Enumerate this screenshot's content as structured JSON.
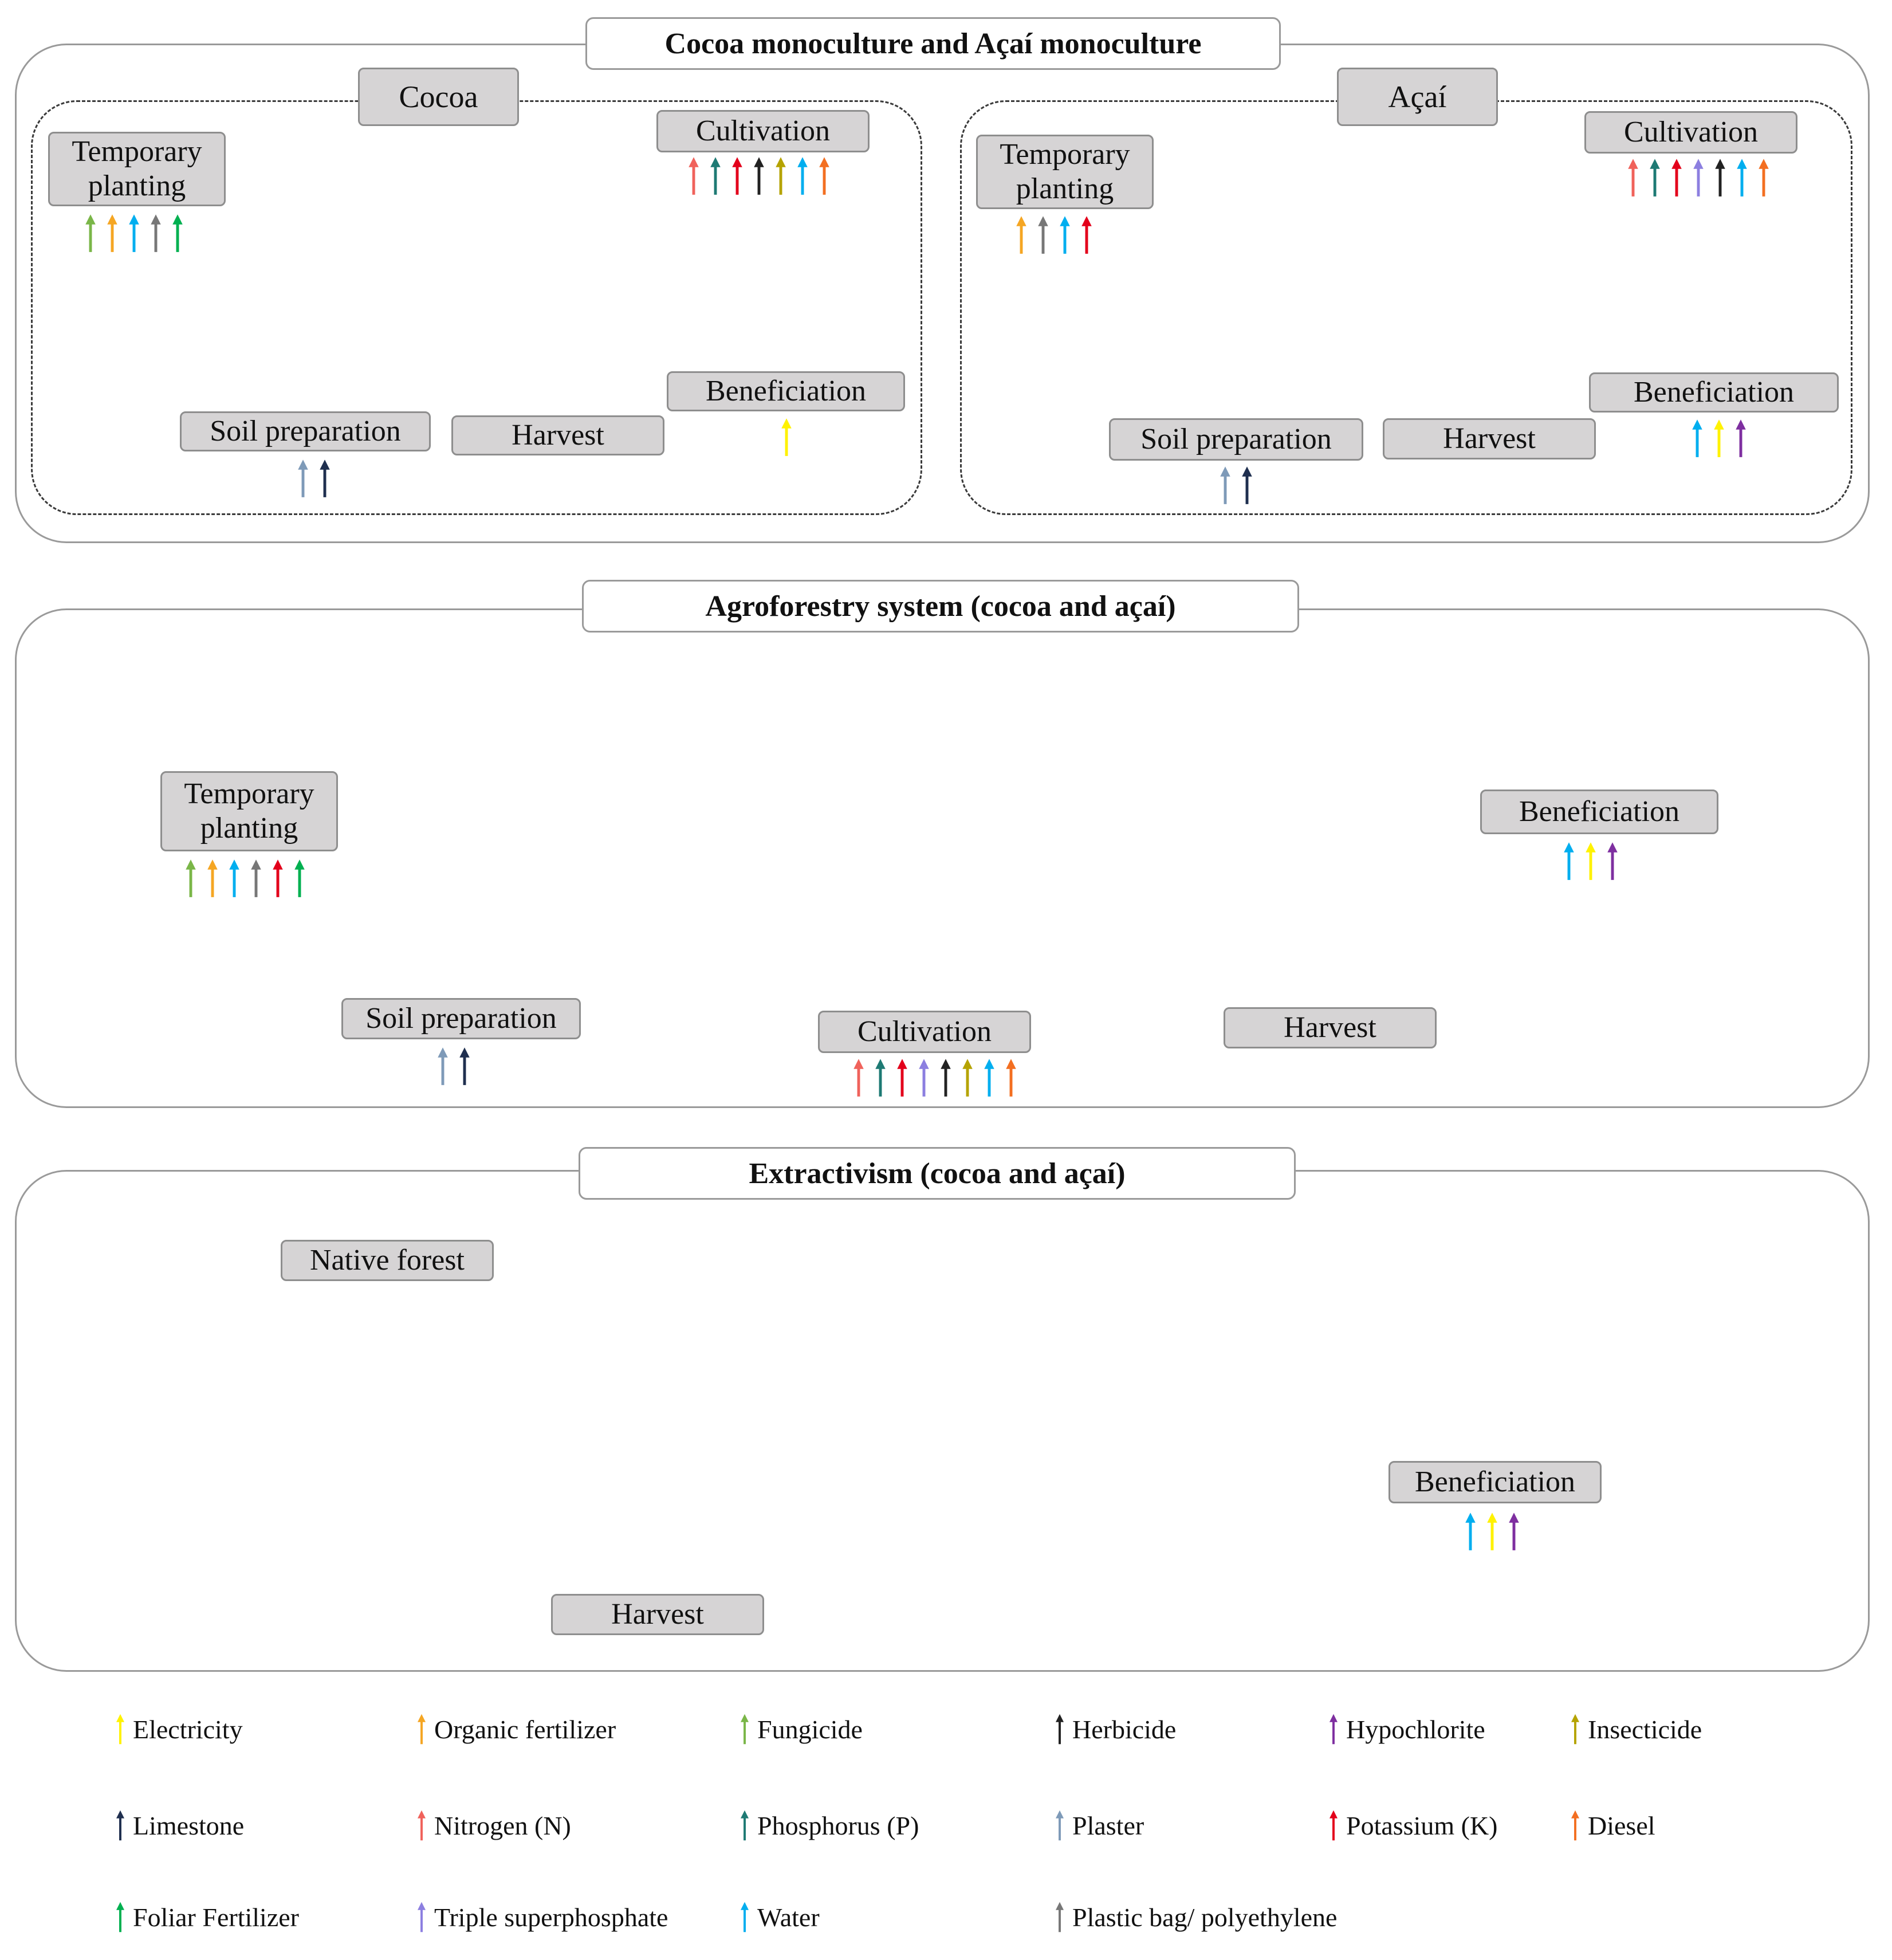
{
  "colors": {
    "electricity": "#FFF200",
    "organic_fertilizer": "#F5A623",
    "fungicide": "#7AB648",
    "herbicide": "#222222",
    "hypochlorite": "#7E2FA0",
    "insecticide": "#B5A300",
    "limestone": "#1F2F4F",
    "nitrogen": "#F0625B",
    "phosphorus": "#1E7A74",
    "plaster": "#7E9AB8",
    "potassium": "#E3001B",
    "diesel": "#F36F21",
    "foliar_fertilizer": "#00B050",
    "triple_superphosphate": "#8C7FE0",
    "water": "#00AEEF",
    "plastic_bag": "#777777",
    "panel_border": "#9a9a9a",
    "label_fill": "#d6d4d5",
    "flow_arrow": "#cdcbcc",
    "connector": "#3f5672"
  },
  "panel1": {
    "title": "Cocoa monoculture and Açaí monoculture",
    "cocoa": {
      "subtitle": "Cocoa",
      "temporary_planting": "Temporary planting",
      "cultivation": "Cultivation",
      "soil_preparation": "Soil preparation",
      "harvest": "Harvest",
      "beneficiation": "Beneficiation",
      "inputs": {
        "temporary_planting": [
          "fungicide",
          "organic_fertilizer",
          "water",
          "plastic_bag",
          "foliar_fertilizer"
        ],
        "cultivation": [
          "nitrogen",
          "phosphorus",
          "potassium",
          "herbicide",
          "insecticide",
          "water",
          "diesel"
        ],
        "soil_preparation": [
          "plaster",
          "limestone"
        ],
        "beneficiation": [
          "electricity"
        ]
      }
    },
    "acai": {
      "subtitle": "Açaí",
      "temporary_planting": "Temporary planting",
      "cultivation": "Cultivation",
      "soil_preparation": "Soil preparation",
      "harvest": "Harvest",
      "beneficiation": "Beneficiation",
      "inputs": {
        "temporary_planting": [
          "organic_fertilizer",
          "plastic_bag",
          "water",
          "potassium"
        ],
        "cultivation": [
          "nitrogen",
          "phosphorus",
          "potassium",
          "triple_superphosphate",
          "herbicide",
          "water",
          "diesel"
        ],
        "soil_preparation": [
          "plaster",
          "limestone"
        ],
        "beneficiation": [
          "water",
          "electricity",
          "hypochlorite"
        ]
      }
    }
  },
  "panel2": {
    "title": "Agroforestry system (cocoa and açaí)",
    "temporary_planting": "Temporary planting",
    "soil_preparation": "Soil preparation",
    "cultivation": "Cultivation",
    "harvest": "Harvest",
    "beneficiation": "Beneficiation",
    "inputs": {
      "temporary_planting": [
        "fungicide",
        "organic_fertilizer",
        "water",
        "plastic_bag",
        "potassium",
        "foliar_fertilizer"
      ],
      "soil_preparation": [
        "plaster",
        "limestone"
      ],
      "cultivation": [
        "nitrogen",
        "phosphorus",
        "potassium",
        "triple_superphosphate",
        "herbicide",
        "insecticide",
        "water",
        "diesel"
      ],
      "beneficiation": [
        "water",
        "electricity",
        "hypochlorite"
      ]
    }
  },
  "panel3": {
    "title": "Extractivism (cocoa and açaí)",
    "native_forest": "Native forest",
    "harvest": "Harvest",
    "beneficiation": "Beneficiation",
    "inputs": {
      "beneficiation": [
        "water",
        "electricity",
        "hypochlorite"
      ]
    }
  },
  "legend": [
    {
      "key": "electricity",
      "label": "Electricity"
    },
    {
      "key": "organic_fertilizer",
      "label": "Organic fertilizer"
    },
    {
      "key": "fungicide",
      "label": "Fungicide"
    },
    {
      "key": "herbicide",
      "label": "Herbicide"
    },
    {
      "key": "hypochlorite",
      "label": "Hypochlorite"
    },
    {
      "key": "insecticide",
      "label": "Insecticide"
    },
    {
      "key": "limestone",
      "label": "Limestone"
    },
    {
      "key": "nitrogen",
      "label": "Nitrogen (N)"
    },
    {
      "key": "phosphorus",
      "label": "Phosphorus (P)"
    },
    {
      "key": "plaster",
      "label": "Plaster"
    },
    {
      "key": "potassium",
      "label": "Potassium (K)"
    },
    {
      "key": "diesel",
      "label": "Diesel"
    },
    {
      "key": "foliar_fertilizer",
      "label": "Foliar Fertilizer"
    },
    {
      "key": "triple_superphosphate",
      "label": "Triple superphosphate"
    },
    {
      "key": "water",
      "label": "Water"
    },
    {
      "key": "plastic_bag",
      "label": "Plastic bag/ polyethylene"
    }
  ]
}
